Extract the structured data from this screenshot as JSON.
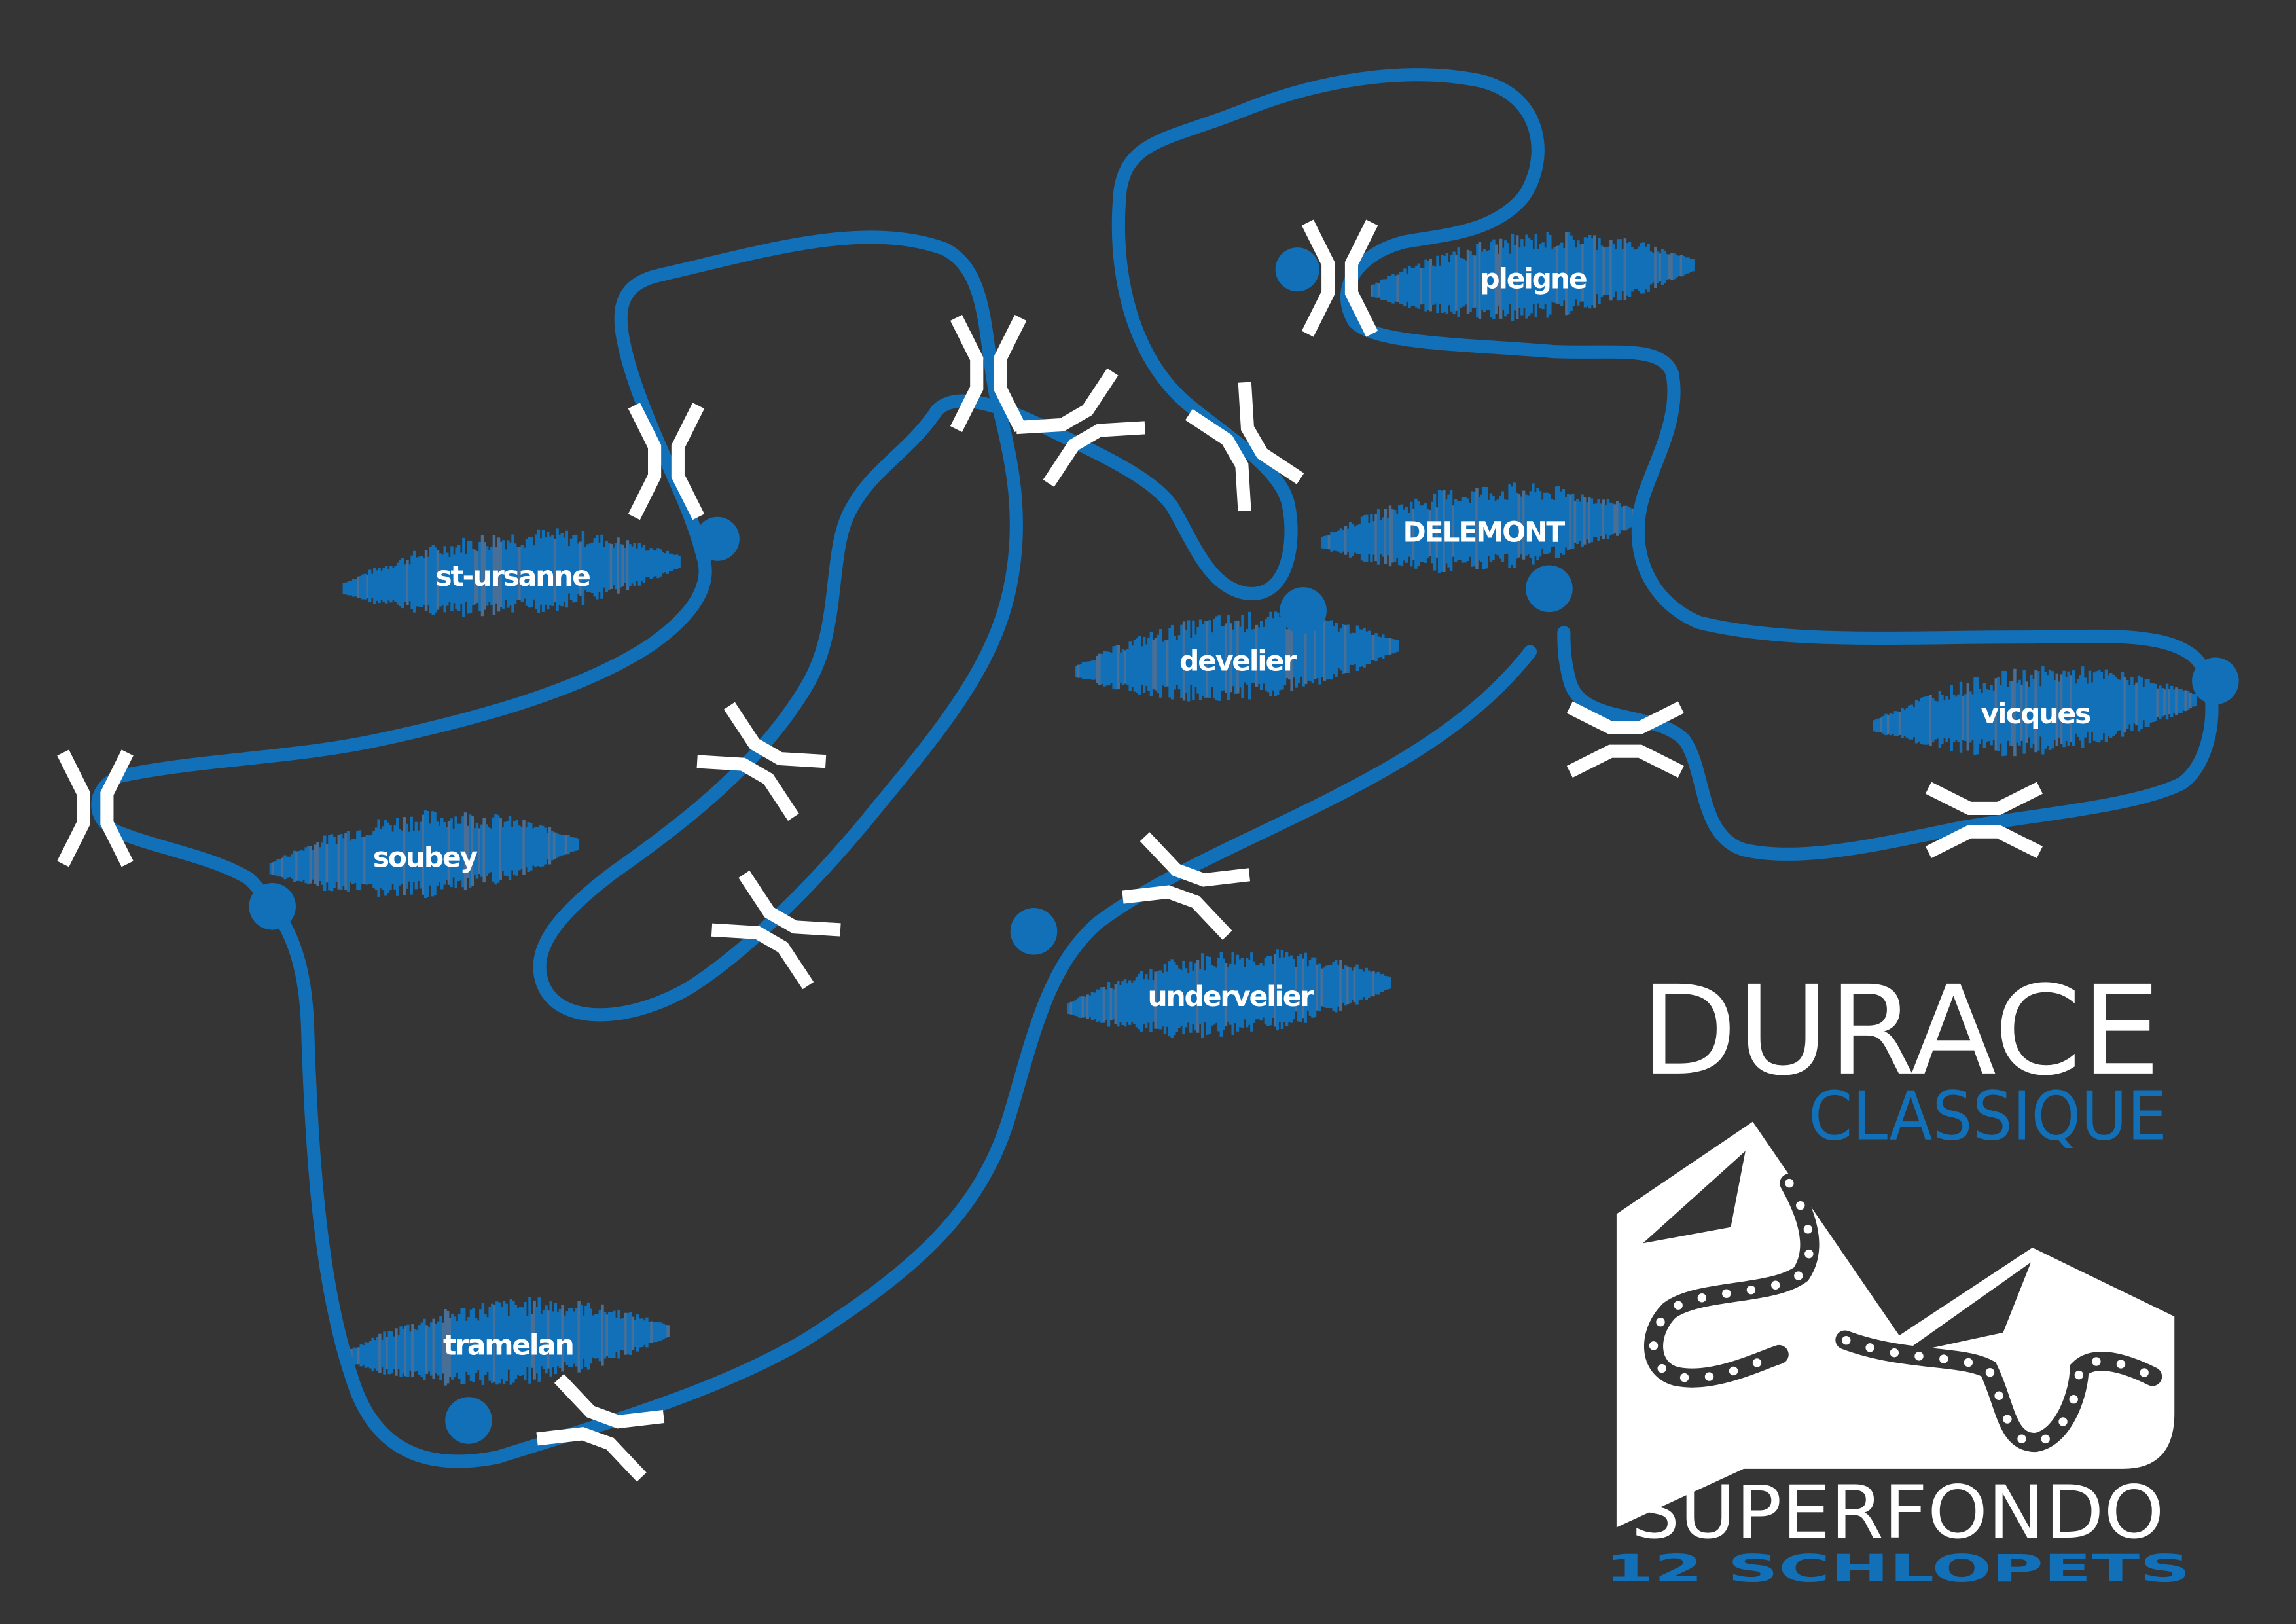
{
  "colors": {
    "background": "#353535",
    "route": "#1170b8",
    "marker": "#ffffff"
  },
  "towns": [
    {
      "name": "st-ursanne"
    },
    {
      "name": "soubey"
    },
    {
      "name": "tramelan"
    },
    {
      "name": "develier"
    },
    {
      "name": "DELEMONT"
    },
    {
      "name": "pleigne"
    },
    {
      "name": "vicques"
    },
    {
      "name": "undervelier"
    }
  ],
  "logo": {
    "title": "DURACE",
    "subtitle": "CLASSIQUE",
    "event": "SUPERFONDO",
    "tagline": "12 SCHLOPETS"
  }
}
